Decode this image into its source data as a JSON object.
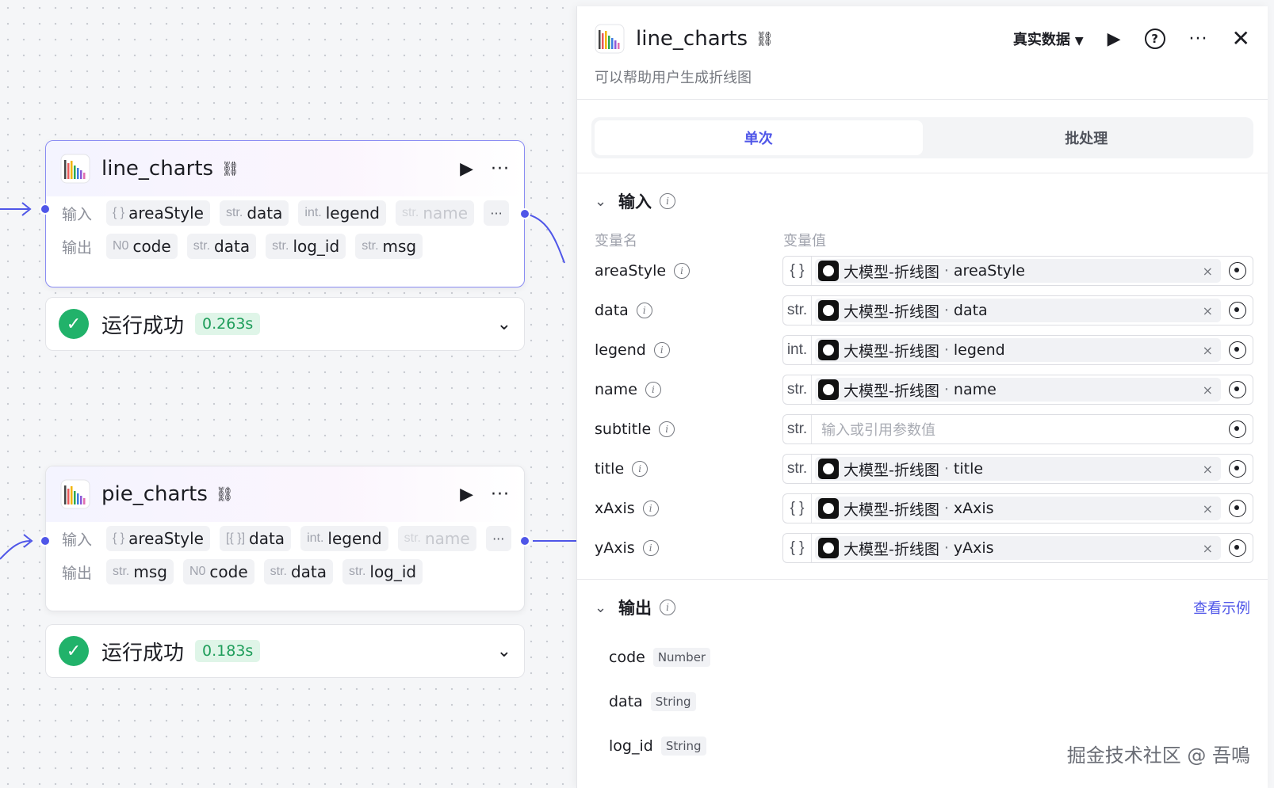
{
  "canvas": {
    "nodes": [
      {
        "title": "line_charts",
        "input_label": "输入",
        "output_label": "输出",
        "inputs": [
          {
            "type": "{ }",
            "name": "areaStyle"
          },
          {
            "type": "str.",
            "name": "data"
          },
          {
            "type": "int.",
            "name": "legend"
          },
          {
            "type": "str.",
            "name": "name"
          }
        ],
        "outputs": [
          {
            "type": "N0",
            "name": "code"
          },
          {
            "type": "str.",
            "name": "data"
          },
          {
            "type": "str.",
            "name": "log_id"
          },
          {
            "type": "str.",
            "name": "msg"
          }
        ],
        "more": "···",
        "status": "运行成功",
        "time": "0.263s"
      },
      {
        "title": "pie_charts",
        "input_label": "输入",
        "output_label": "输出",
        "inputs": [
          {
            "type": "{ }",
            "name": "areaStyle"
          },
          {
            "type": "[{ }]",
            "name": "data"
          },
          {
            "type": "int.",
            "name": "legend"
          },
          {
            "type": "str.",
            "name": "name"
          }
        ],
        "outputs": [
          {
            "type": "str.",
            "name": "msg"
          },
          {
            "type": "N0",
            "name": "code"
          },
          {
            "type": "str.",
            "name": "data"
          },
          {
            "type": "str.",
            "name": "log_id"
          }
        ],
        "more": "···",
        "status": "运行成功",
        "time": "0.183s"
      }
    ]
  },
  "panel": {
    "title": "line_charts",
    "description": "可以帮助用户生成折线图",
    "mode_label": "真实数据",
    "tabs": [
      "单次",
      "批处理"
    ],
    "input_section": {
      "title": "输入",
      "col_name": "变量名",
      "col_value": "变量值",
      "rows": [
        {
          "name": "areaStyle",
          "type": "{ }",
          "source": "大模型-折线图",
          "field": "areaStyle"
        },
        {
          "name": "data",
          "type": "str.",
          "source": "大模型-折线图",
          "field": "data"
        },
        {
          "name": "legend",
          "type": "int.",
          "source": "大模型-折线图",
          "field": "legend"
        },
        {
          "name": "name",
          "type": "str.",
          "source": "大模型-折线图",
          "field": "name"
        },
        {
          "name": "subtitle",
          "type": "str.",
          "placeholder": "输入或引用参数值"
        },
        {
          "name": "title",
          "type": "str.",
          "source": "大模型-折线图",
          "field": "title"
        },
        {
          "name": "xAxis",
          "type": "{ }",
          "source": "大模型-折线图",
          "field": "xAxis"
        },
        {
          "name": "yAxis",
          "type": "{ }",
          "source": "大模型-折线图",
          "field": "yAxis"
        }
      ]
    },
    "output_section": {
      "title": "输出",
      "example_link": "查看示例",
      "rows": [
        {
          "name": "code",
          "type": "Number"
        },
        {
          "name": "data",
          "type": "String"
        },
        {
          "name": "log_id",
          "type": "String"
        }
      ]
    }
  },
  "watermark": "掘金技术社区 @ 吾鳴",
  "colors": {
    "accent": "#4f56e8",
    "success": "#21b26a",
    "port": "#4f56e8"
  }
}
